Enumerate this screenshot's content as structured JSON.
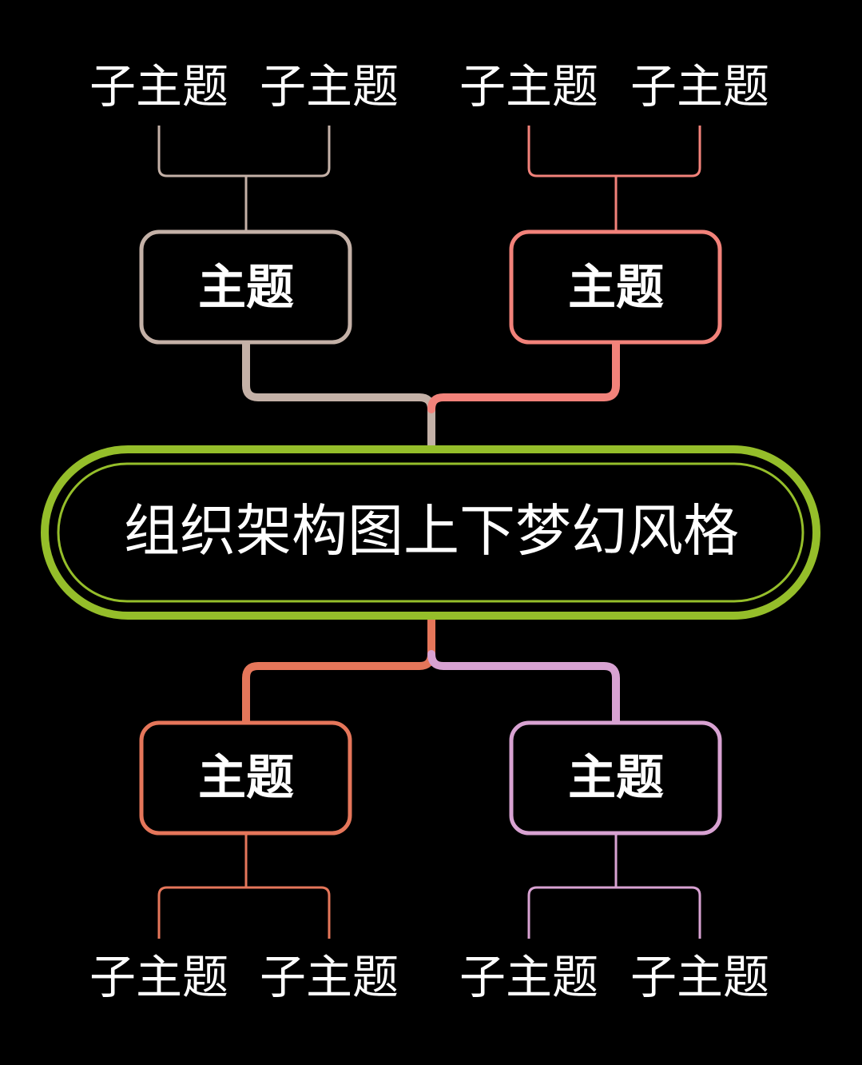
{
  "root": {
    "label": "组织架构图上下梦幻风格",
    "color": "#95BE2A"
  },
  "branches": [
    {
      "id": "top-left",
      "label": "主题",
      "color": "#C4B1A7",
      "subtopics": [
        "子主题",
        "子主题"
      ]
    },
    {
      "id": "top-right",
      "label": "主题",
      "color": "#F2827A",
      "subtopics": [
        "子主题",
        "子主题"
      ]
    },
    {
      "id": "bottom-left",
      "label": "主题",
      "color": "#E5765A",
      "subtopics": [
        "子主题",
        "子主题"
      ]
    },
    {
      "id": "bottom-right",
      "label": "主题",
      "color": "#D8A2D2",
      "subtopics": [
        "子主题",
        "子主题"
      ]
    }
  ]
}
